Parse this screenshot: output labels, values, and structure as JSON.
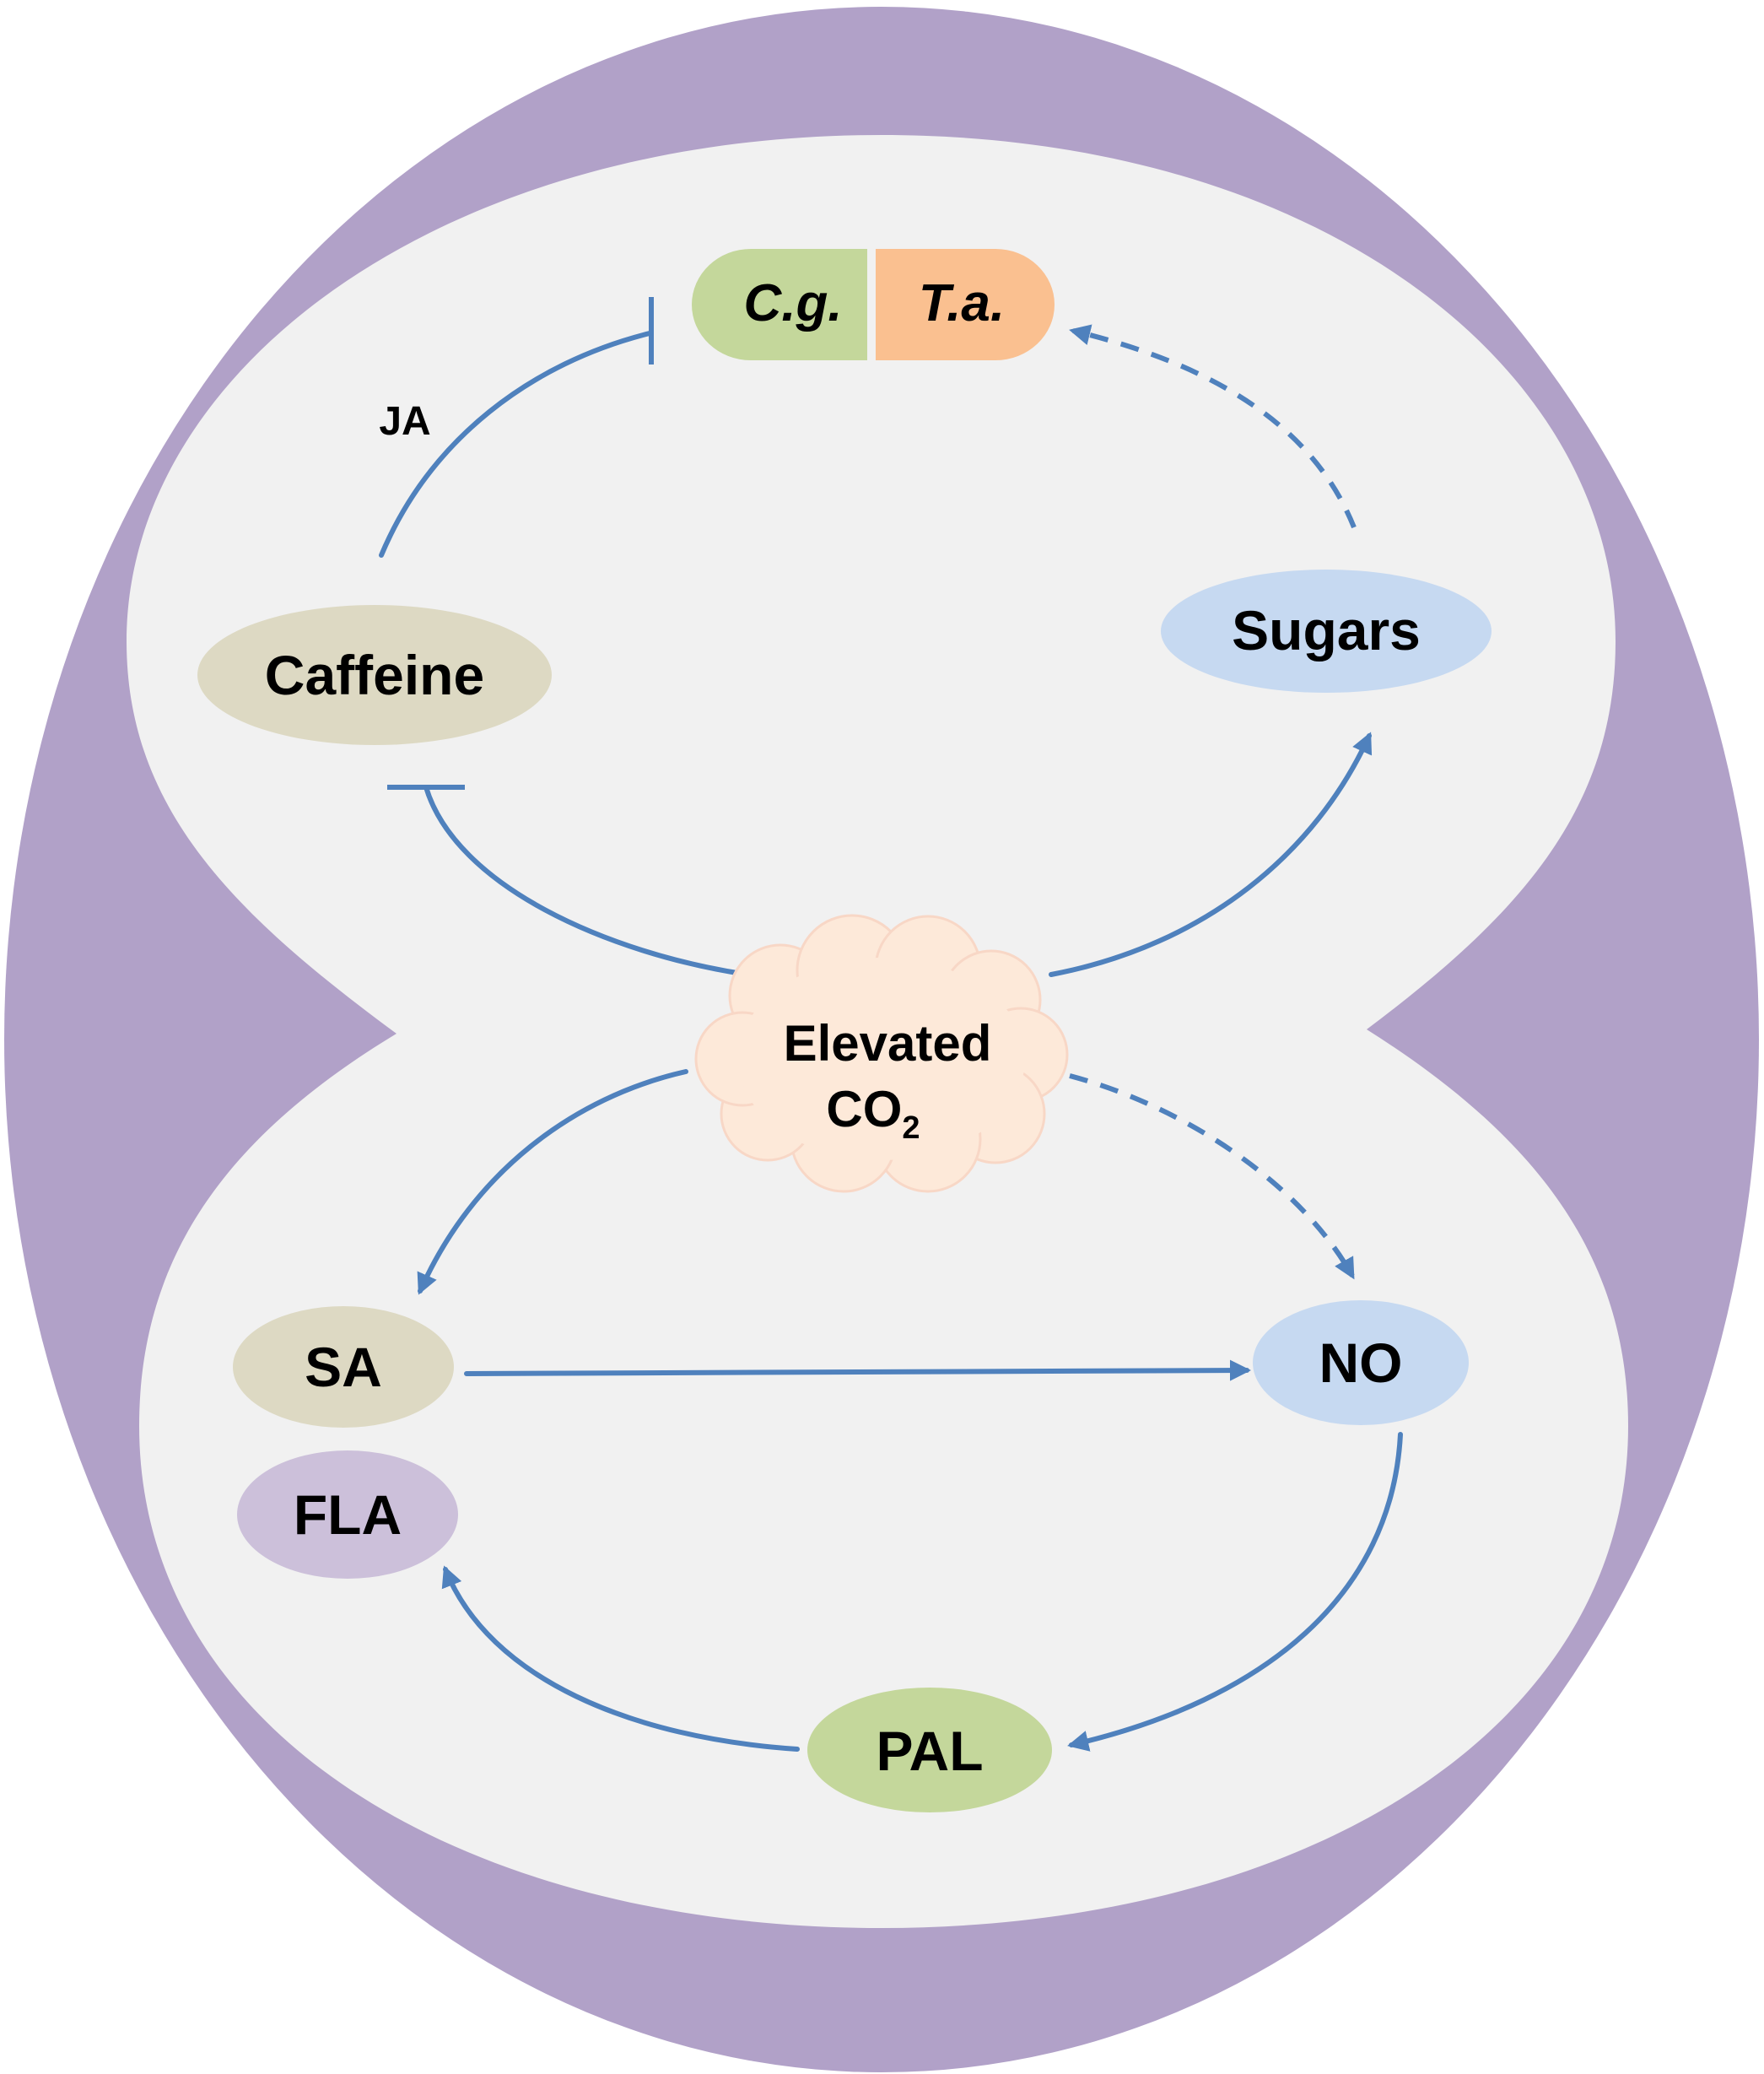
{
  "colors": {
    "outer_shell": "#b1a1c8",
    "inner_area": "#f1f1f1",
    "edge": "#4f81bd",
    "pathogen_cg": "#c4d79b",
    "pathogen_ta": "#fac090",
    "caffeine": "#ddd9c3",
    "sugars": "#c6d9f1",
    "co2_cloud": "#fde9d9",
    "co2_cloud_edge": "#f8d7c6",
    "sa": "#ddd9c3",
    "no": "#c6d9f1",
    "fla": "#ccc0da",
    "pal": "#c4d79b"
  },
  "pathogens": {
    "cg_label": "C.g.",
    "ta_label": "T.a."
  },
  "nodes": {
    "caffeine": "Caffeine",
    "sugars": "Sugars",
    "co2": {
      "label": "Elevated",
      "formula": "CO",
      "subscript": "2"
    },
    "sa": "SA",
    "no": "NO",
    "fla": "FLA",
    "pal": "PAL"
  },
  "edge_labels": {
    "ja": "JA"
  },
  "edges": [
    {
      "from": "Caffeine",
      "to": "Pathogens",
      "type": "inhibition",
      "style": "solid",
      "label": "JA"
    },
    {
      "from": "Sugars",
      "to": "Pathogens",
      "type": "activation",
      "style": "dashed"
    },
    {
      "from": "Elevated CO2",
      "to": "Caffeine",
      "type": "inhibition",
      "style": "solid"
    },
    {
      "from": "Elevated CO2",
      "to": "Sugars",
      "type": "activation",
      "style": "solid"
    },
    {
      "from": "Elevated CO2",
      "to": "SA",
      "type": "activation",
      "style": "solid"
    },
    {
      "from": "Elevated CO2",
      "to": "NO",
      "type": "activation",
      "style": "dashed"
    },
    {
      "from": "SA",
      "to": "NO",
      "type": "activation",
      "style": "solid"
    },
    {
      "from": "NO",
      "to": "PAL",
      "type": "activation",
      "style": "solid"
    },
    {
      "from": "PAL",
      "to": "FLA",
      "type": "activation",
      "style": "solid"
    }
  ]
}
